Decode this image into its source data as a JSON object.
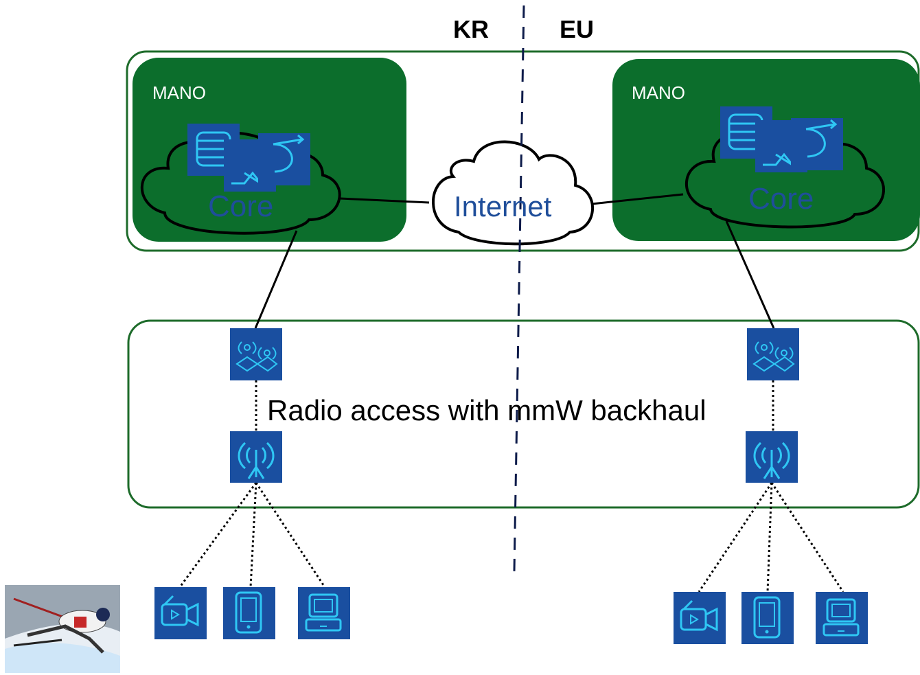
{
  "regions": {
    "left": "KR",
    "right": "EU"
  },
  "left_site": {
    "mano_label": "MANO",
    "core_label": "Core"
  },
  "right_site": {
    "mano_label": "MANO",
    "core_label": "Core"
  },
  "internet_label": "Internet",
  "ran_label": "Radio access with mmW backhaul",
  "colors": {
    "mano_green": "#0c6e2c",
    "frame_green": "#1d6b2a",
    "icon_blue": "#1a4fa0",
    "icon_line": "#2fc7f4",
    "divider": "#0d1b4a"
  },
  "icons": {
    "core_functions": [
      "database-icon",
      "switch-icon",
      "router-icon"
    ],
    "radio": [
      "mmw-backhaul-icon",
      "antenna-icon"
    ],
    "devices": [
      "video-camera-icon",
      "smartphone-icon",
      "laptop-icon"
    ],
    "photo": "skier-photo"
  }
}
